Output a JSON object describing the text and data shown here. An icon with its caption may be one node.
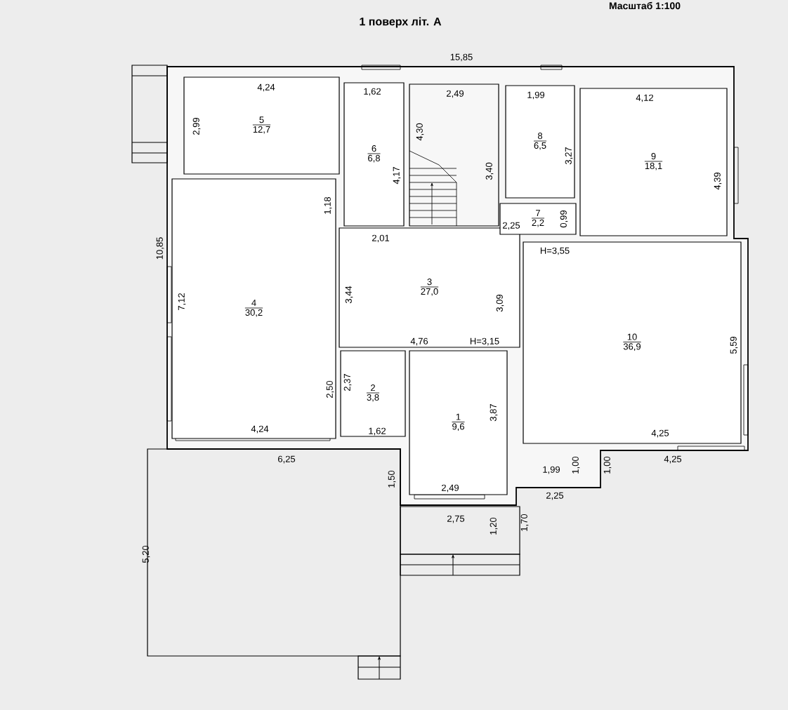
{
  "diagram": {
    "title": "1 поверх літ. А",
    "nodes": [
      {
        "text": [
          "1",
          "9,6"
        ]
      },
      {
        "text": [
          "2",
          "3,8"
        ]
      },
      {
        "text": [
          "3",
          "27,0"
        ]
      },
      {
        "text": [
          "4",
          "30,2"
        ]
      },
      {
        "text": [
          "5",
          "12,7"
        ]
      },
      {
        "text": [
          "6",
          "6,8"
        ]
      },
      {
        "text": [
          "7",
          "2,2"
        ]
      },
      {
        "text": [
          "8",
          "6,5"
        ]
      },
      {
        "text": [
          "9",
          "18,1"
        ]
      },
      {
        "text": [
          "10",
          "36,9"
        ]
      }
    ],
    "labels": [
      "Масштаб 1:100",
      "15,85",
      "4,24",
      "1,62",
      "2,49",
      "1,99",
      "4,12",
      "2,99",
      "4,30",
      "4,17",
      "3,40",
      "3,27",
      "4,39",
      "1,18",
      "2,01",
      "2,25",
      "0,99",
      "10,85",
      "H=3,55",
      "7,12",
      "3,44",
      "3,09",
      "5,59",
      "4,76",
      "H=3,15",
      "2,37",
      "2,50",
      "4,24",
      "1,62",
      "3,87",
      "4,25",
      "6,25",
      "1,50",
      "1,00",
      "1,00",
      "4,25",
      "1,99",
      "2,49",
      "2,25",
      "2,75",
      "1,20",
      "1,70",
      "5,20"
    ]
  }
}
